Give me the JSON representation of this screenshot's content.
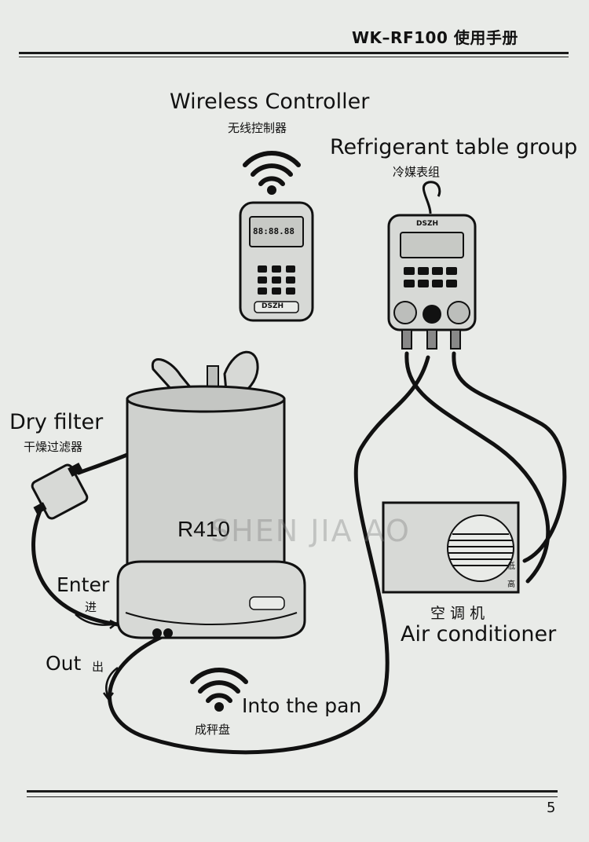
{
  "header": {
    "title": "WK–RF100 使用手册"
  },
  "footer": {
    "page_number": "5"
  },
  "labels": {
    "wireless_controller": {
      "en": "Wireless Controller",
      "zh": "无线控制器"
    },
    "refrigerant_table_group": {
      "en": "Refrigerant table group",
      "zh": "冷媒表组"
    },
    "dry_filter": {
      "en": "Dry filter",
      "zh": "干燥过滤器"
    },
    "enter": {
      "en": "Enter",
      "zh": "进"
    },
    "out": {
      "en": "Out",
      "zh": "出"
    },
    "into_the_pan": {
      "en": "Into the pan",
      "zh": "成秤盘"
    },
    "air_conditioner": {
      "en": "Air conditioner",
      "zh": "空 调 机"
    },
    "ac_low": "低",
    "ac_high": "高",
    "tank_label": "R410",
    "controller_brand": "DSZH",
    "gauge_brand": "DSZH",
    "controller_display": "88:88.88"
  },
  "watermark": "SHEN JIA AO",
  "colors": {
    "ink": "#111111",
    "paper": "#e9ebe8",
    "device": "#d7d9d6",
    "tank": "#cfd1ce"
  }
}
